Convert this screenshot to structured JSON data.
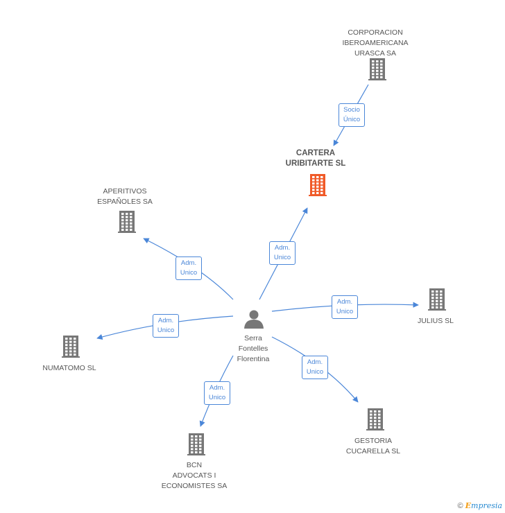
{
  "colors": {
    "edge": "#4a86d8",
    "company": "#777777",
    "focus": "#f05a28",
    "person": "#777777"
  },
  "nodes": [
    {
      "id": "corporacion",
      "type": "company",
      "label": "CORPORACION\nIBEROAMERICANA\nURASCA SA",
      "focus": false
    },
    {
      "id": "cartera",
      "type": "company",
      "label": "CARTERA\nURIBITARTE SL",
      "focus": true
    },
    {
      "id": "aperitivos",
      "type": "company",
      "label": "APERITIVOS\nESPAÑOLES SA",
      "focus": false
    },
    {
      "id": "julius",
      "type": "company",
      "label": "JULIUS  SL",
      "focus": false
    },
    {
      "id": "numatomo",
      "type": "company",
      "label": "NUMATOMO  SL",
      "focus": false
    },
    {
      "id": "gestoria",
      "type": "company",
      "label": "GESTORIA\nCUCARELLA SL",
      "focus": false
    },
    {
      "id": "bcn",
      "type": "company",
      "label": "BCN\nADVOCATS I\nECONOMISTES SA",
      "focus": false
    },
    {
      "id": "serra",
      "type": "person",
      "label": "Serra\nFontelles\nFlorentina",
      "focus": false
    }
  ],
  "edges": [
    {
      "from": "corporacion",
      "to": "cartera",
      "label": "Socio\nÚnico"
    },
    {
      "from": "serra",
      "to": "cartera",
      "label": "Adm.\nUnico"
    },
    {
      "from": "serra",
      "to": "aperitivos",
      "label": "Adm.\nUnico"
    },
    {
      "from": "serra",
      "to": "julius",
      "label": "Adm.\nUnico"
    },
    {
      "from": "serra",
      "to": "numatomo",
      "label": "Adm.\nUnico"
    },
    {
      "from": "serra",
      "to": "gestoria",
      "label": "Adm.\nUnico"
    },
    {
      "from": "serra",
      "to": "bcn",
      "label": "Adm.\nUnico"
    }
  ],
  "footer": {
    "copyright": "©",
    "brand_e": "E",
    "brand_rest": "mpresia"
  }
}
